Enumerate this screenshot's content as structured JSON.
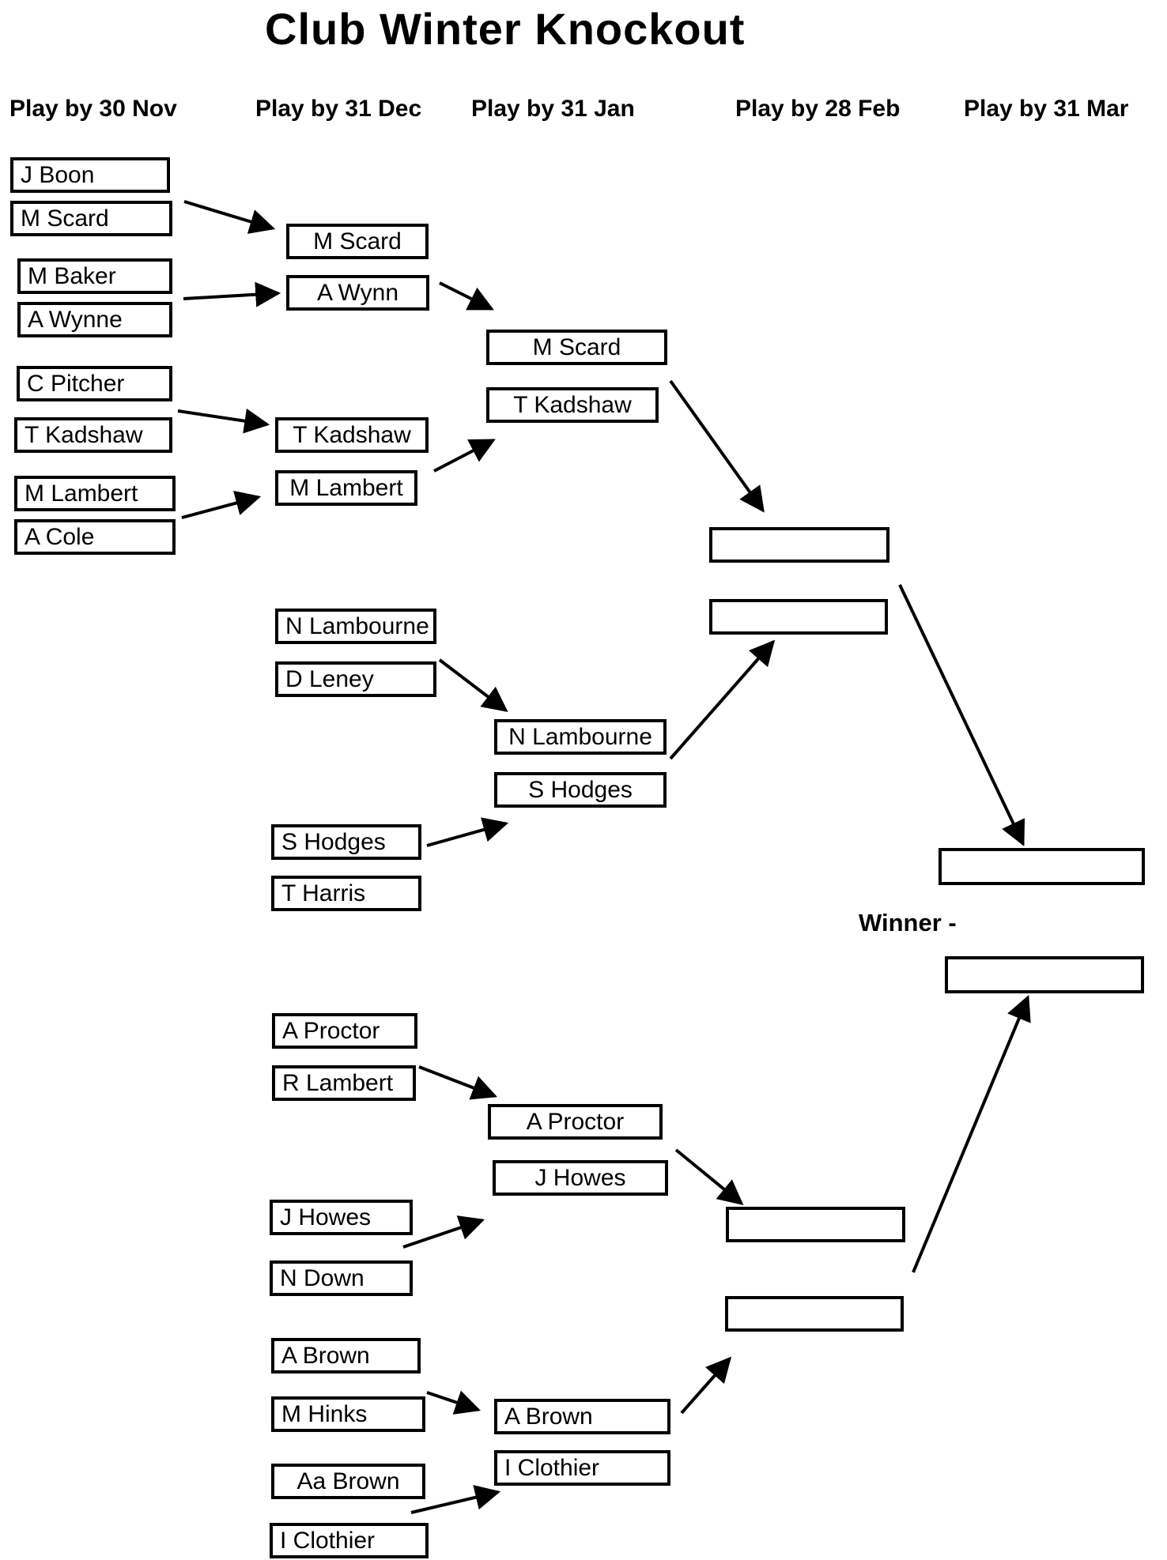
{
  "title": "Club Winter Knockout",
  "columns": [
    "Play by 30 Nov",
    "Play by 31 Dec",
    "Play by 31 Jan",
    "Play by 28 Feb",
    "Play by 31 Mar"
  ],
  "winner_label": "Winner -",
  "colors": {
    "ink": "#000000",
    "box_fill": "#ffffff",
    "page_background": "#ffffff"
  },
  "players": {
    "r1": [
      "J Boon",
      "M Scard",
      "M Baker",
      "A Wynne",
      "C Pitcher",
      "T Kadshaw",
      "M Lambert",
      "A Cole"
    ],
    "r2": [
      "M Scard",
      "A Wynn",
      "T Kadshaw",
      "M Lambert",
      "N Lambourne",
      "D Leney",
      "S Hodges",
      "T Harris",
      "A Proctor",
      "R Lambert",
      "J Howes",
      "N Down",
      "A Brown",
      "M Hinks",
      "Aa Brown",
      "I Clothier"
    ],
    "r3": [
      "M Scard",
      "T Kadshaw",
      "N Lambourne",
      "S Hodges",
      "A Proctor",
      "J Howes",
      "A Brown",
      "I Clothier"
    ],
    "r4": [
      "",
      "",
      "",
      ""
    ],
    "r5": [
      "",
      ""
    ]
  }
}
